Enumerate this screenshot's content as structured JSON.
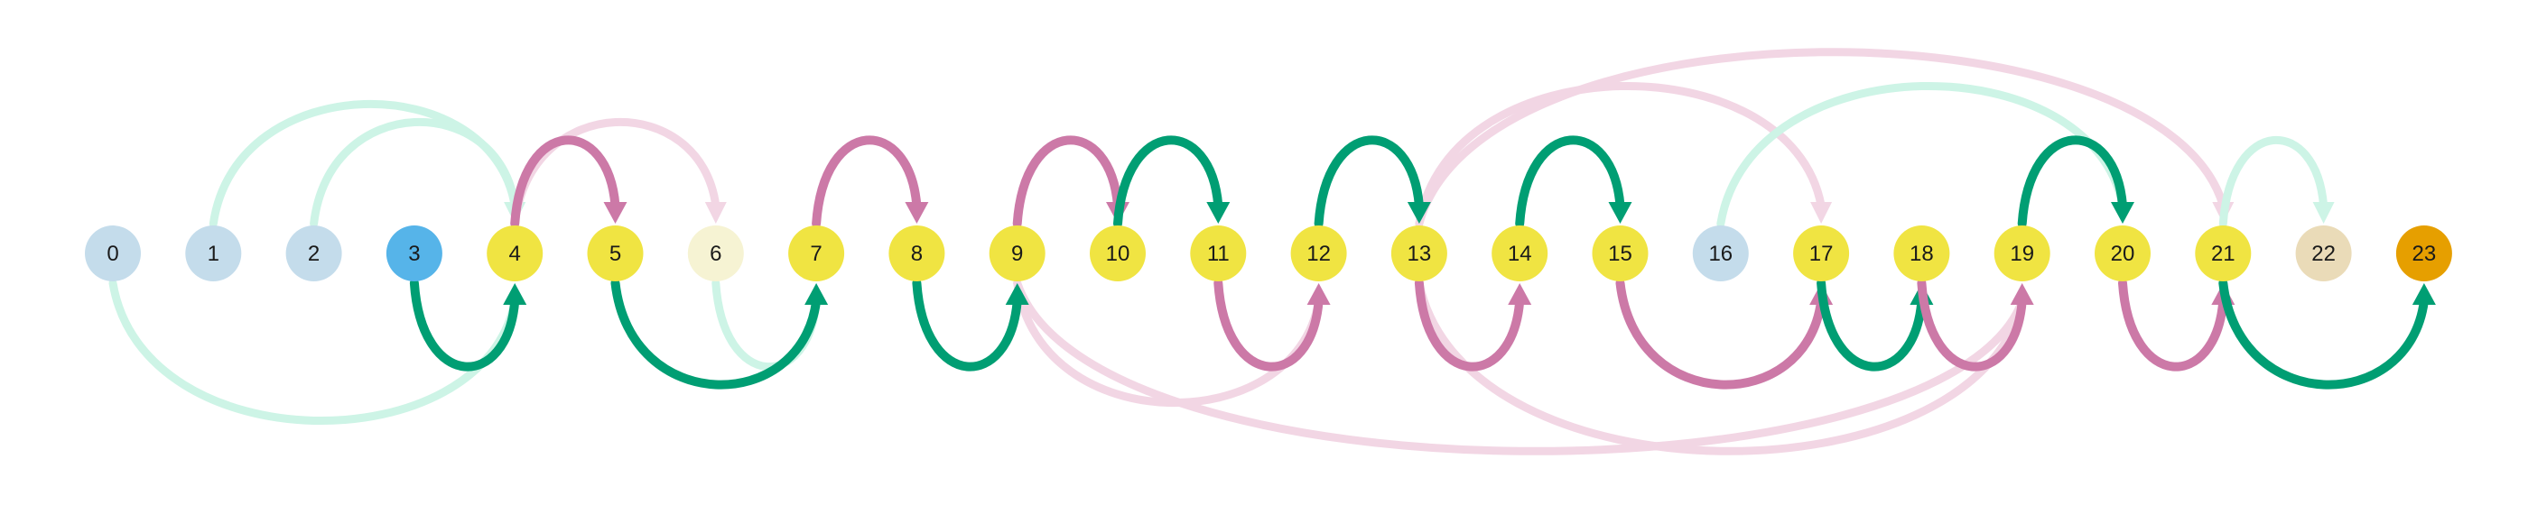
{
  "colors": {
    "node_light_blue": "#c4dceb",
    "node_blue": "#56b4e9",
    "node_yellow": "#f0e442",
    "node_cream": "#f6f3d3",
    "node_beige": "#eadbb8",
    "node_orange": "#e69f00",
    "edge_green": "#009e73",
    "edge_green_faded": "#cdf4e6",
    "edge_pink": "#cc79a7",
    "edge_pink_faded": "#f2d6e4"
  },
  "nodes": [
    {
      "id": 0,
      "label": "0",
      "color": "node_light_blue"
    },
    {
      "id": 1,
      "label": "1",
      "color": "node_light_blue"
    },
    {
      "id": 2,
      "label": "2",
      "color": "node_light_blue"
    },
    {
      "id": 3,
      "label": "3",
      "color": "node_blue"
    },
    {
      "id": 4,
      "label": "4",
      "color": "node_yellow"
    },
    {
      "id": 5,
      "label": "5",
      "color": "node_yellow"
    },
    {
      "id": 6,
      "label": "6",
      "color": "node_cream"
    },
    {
      "id": 7,
      "label": "7",
      "color": "node_yellow"
    },
    {
      "id": 8,
      "label": "8",
      "color": "node_yellow"
    },
    {
      "id": 9,
      "label": "9",
      "color": "node_yellow"
    },
    {
      "id": 10,
      "label": "10",
      "color": "node_yellow"
    },
    {
      "id": 11,
      "label": "11",
      "color": "node_yellow"
    },
    {
      "id": 12,
      "label": "12",
      "color": "node_yellow"
    },
    {
      "id": 13,
      "label": "13",
      "color": "node_yellow"
    },
    {
      "id": 14,
      "label": "14",
      "color": "node_yellow"
    },
    {
      "id": 15,
      "label": "15",
      "color": "node_yellow"
    },
    {
      "id": 16,
      "label": "16",
      "color": "node_light_blue"
    },
    {
      "id": 17,
      "label": "17",
      "color": "node_yellow"
    },
    {
      "id": 18,
      "label": "18",
      "color": "node_yellow"
    },
    {
      "id": 19,
      "label": "19",
      "color": "node_yellow"
    },
    {
      "id": 20,
      "label": "20",
      "color": "node_yellow"
    },
    {
      "id": 21,
      "label": "21",
      "color": "node_yellow"
    },
    {
      "id": 22,
      "label": "22",
      "color": "node_beige"
    },
    {
      "id": 23,
      "label": "23",
      "color": "node_orange"
    }
  ],
  "edges": [
    {
      "from": 0,
      "to": 4,
      "side": "below",
      "style": "edge_green_faded"
    },
    {
      "from": 1,
      "to": 4,
      "side": "above",
      "style": "edge_green_faded"
    },
    {
      "from": 2,
      "to": 4,
      "side": "above",
      "style": "edge_green_faded"
    },
    {
      "from": 4,
      "to": 6,
      "side": "above",
      "style": "edge_pink_faded"
    },
    {
      "from": 6,
      "to": 7,
      "side": "below",
      "style": "edge_green_faded"
    },
    {
      "from": 9,
      "to": 12,
      "side": "below",
      "style": "edge_pink_faded"
    },
    {
      "from": 9,
      "to": 19,
      "side": "below",
      "style": "edge_pink_faded"
    },
    {
      "from": 13,
      "to": 17,
      "side": "above",
      "style": "edge_pink_faded"
    },
    {
      "from": 13,
      "to": 21,
      "side": "above",
      "style": "edge_pink_faded"
    },
    {
      "from": 13,
      "to": 19,
      "side": "below",
      "style": "edge_pink_faded"
    },
    {
      "from": 16,
      "to": 20,
      "side": "above",
      "style": "edge_green_faded"
    },
    {
      "from": 21,
      "to": 22,
      "side": "above",
      "style": "edge_green_faded"
    },
    {
      "from": 3,
      "to": 4,
      "side": "below",
      "style": "edge_green"
    },
    {
      "from": 4,
      "to": 5,
      "side": "above",
      "style": "edge_pink"
    },
    {
      "from": 5,
      "to": 7,
      "side": "below",
      "style": "edge_green"
    },
    {
      "from": 7,
      "to": 8,
      "side": "above",
      "style": "edge_pink"
    },
    {
      "from": 8,
      "to": 9,
      "side": "below",
      "style": "edge_green"
    },
    {
      "from": 9,
      "to": 10,
      "side": "above",
      "style": "edge_pink"
    },
    {
      "from": 10,
      "to": 11,
      "side": "above",
      "style": "edge_green"
    },
    {
      "from": 11,
      "to": 12,
      "side": "below",
      "style": "edge_pink"
    },
    {
      "from": 12,
      "to": 13,
      "side": "above",
      "style": "edge_green"
    },
    {
      "from": 13,
      "to": 14,
      "side": "below",
      "style": "edge_pink"
    },
    {
      "from": 14,
      "to": 15,
      "side": "above",
      "style": "edge_green"
    },
    {
      "from": 15,
      "to": 17,
      "side": "below",
      "style": "edge_pink"
    },
    {
      "from": 17,
      "to": 18,
      "side": "below",
      "style": "edge_green"
    },
    {
      "from": 18,
      "to": 19,
      "side": "below",
      "style": "edge_pink"
    },
    {
      "from": 19,
      "to": 20,
      "side": "above",
      "style": "edge_green"
    },
    {
      "from": 20,
      "to": 21,
      "side": "below",
      "style": "edge_pink"
    },
    {
      "from": 21,
      "to": 23,
      "side": "below",
      "style": "edge_green"
    }
  ]
}
